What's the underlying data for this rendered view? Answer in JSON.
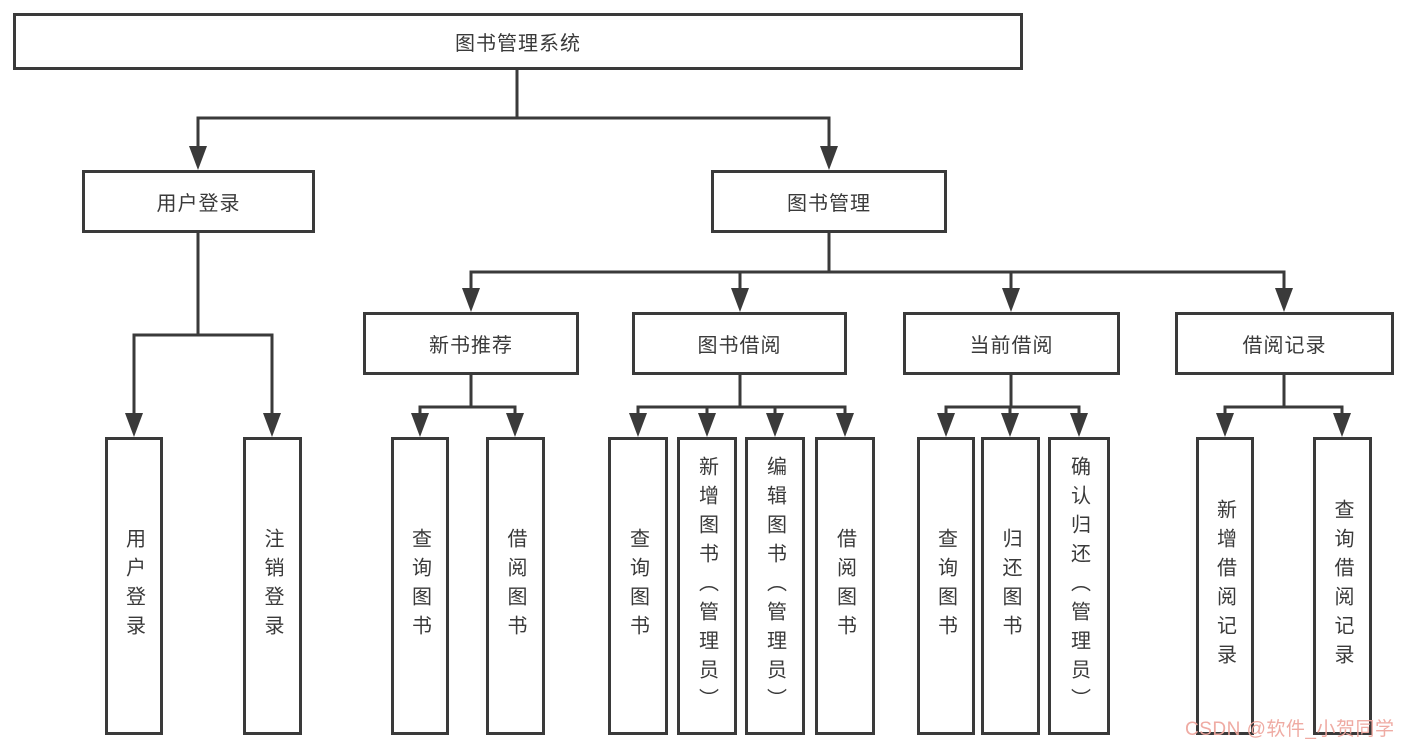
{
  "nodes": {
    "root": "图书管理系统",
    "user_login": "用户登录",
    "book_mgmt": "图书管理",
    "new_book": "新书推荐",
    "book_borrow": "图书借阅",
    "current_borrow": "当前借阅",
    "borrow_record": "借阅记录"
  },
  "leaves": {
    "login": [
      "用户登录",
      "注销登录"
    ],
    "new_book": [
      "查询图书",
      "借阅图书"
    ],
    "book_borrow": [
      "查询图书",
      "新增图书（管理员）",
      "编辑图书（管理员）",
      "借阅图书"
    ],
    "current_borrow": [
      "查询图书",
      "归还图书",
      "确认归还（管理员）"
    ],
    "borrow_record": [
      "新增借阅记录",
      "查询借阅记录"
    ]
  },
  "colors": {
    "line": "#3a3a3a",
    "text": "#3a3a3a",
    "background": "#ffffff",
    "watermark": "#eea79e"
  },
  "watermark": "CSDN @软件_小贺同学"
}
